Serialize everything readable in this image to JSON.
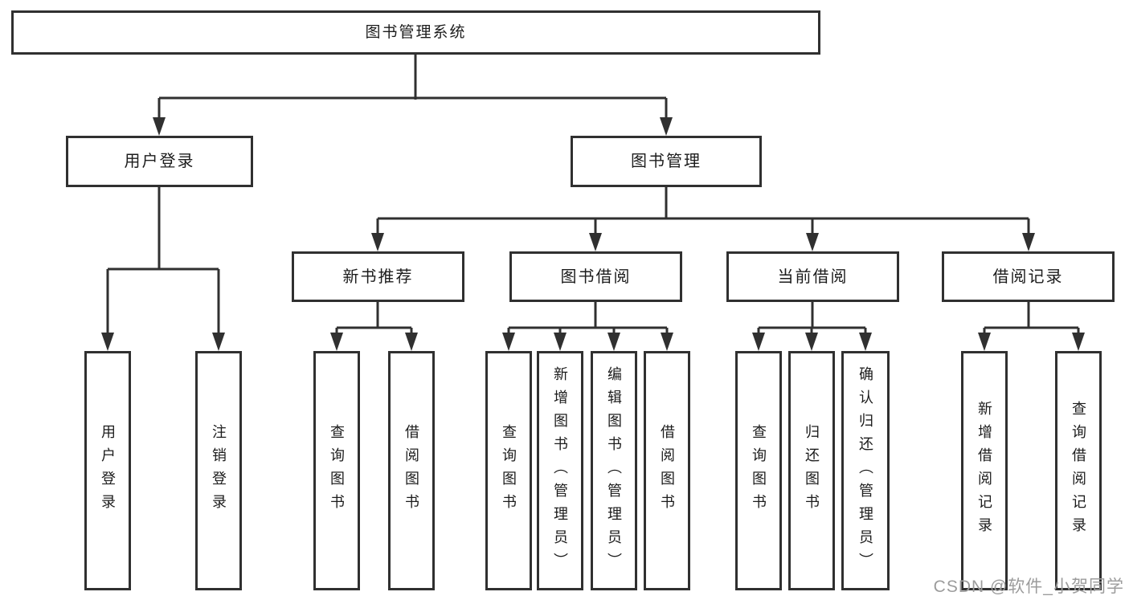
{
  "colors": {
    "line": "#303030",
    "box_border": "#303030",
    "text": "#1c1c1c",
    "background": "#ffffff",
    "watermark": "#9c9c9c"
  },
  "watermark": {
    "text": "CSDN @软件_小贺同学"
  },
  "diagram": {
    "type": "hierarchy-tree",
    "root": {
      "label": "图书管理系统"
    },
    "branches": [
      {
        "label": "用户登录",
        "children": [
          {
            "label": "用户登录"
          },
          {
            "label": "注销登录"
          }
        ]
      },
      {
        "label": "图书管理",
        "children": [
          {
            "label": "新书推荐",
            "children": [
              {
                "label": "查询图书"
              },
              {
                "label": "借阅图书"
              }
            ]
          },
          {
            "label": "图书借阅",
            "children": [
              {
                "label": "查询图书"
              },
              {
                "label": "新增图书（管理员）"
              },
              {
                "label": "编辑图书（管理员）"
              },
              {
                "label": "借阅图书"
              }
            ]
          },
          {
            "label": "当前借阅",
            "children": [
              {
                "label": "查询图书"
              },
              {
                "label": "归还图书"
              },
              {
                "label": "确认归还（管理员）"
              }
            ]
          },
          {
            "label": "借阅记录",
            "children": [
              {
                "label": "新增借阅记录"
              },
              {
                "label": "查询借阅记录"
              }
            ]
          }
        ]
      }
    ]
  }
}
